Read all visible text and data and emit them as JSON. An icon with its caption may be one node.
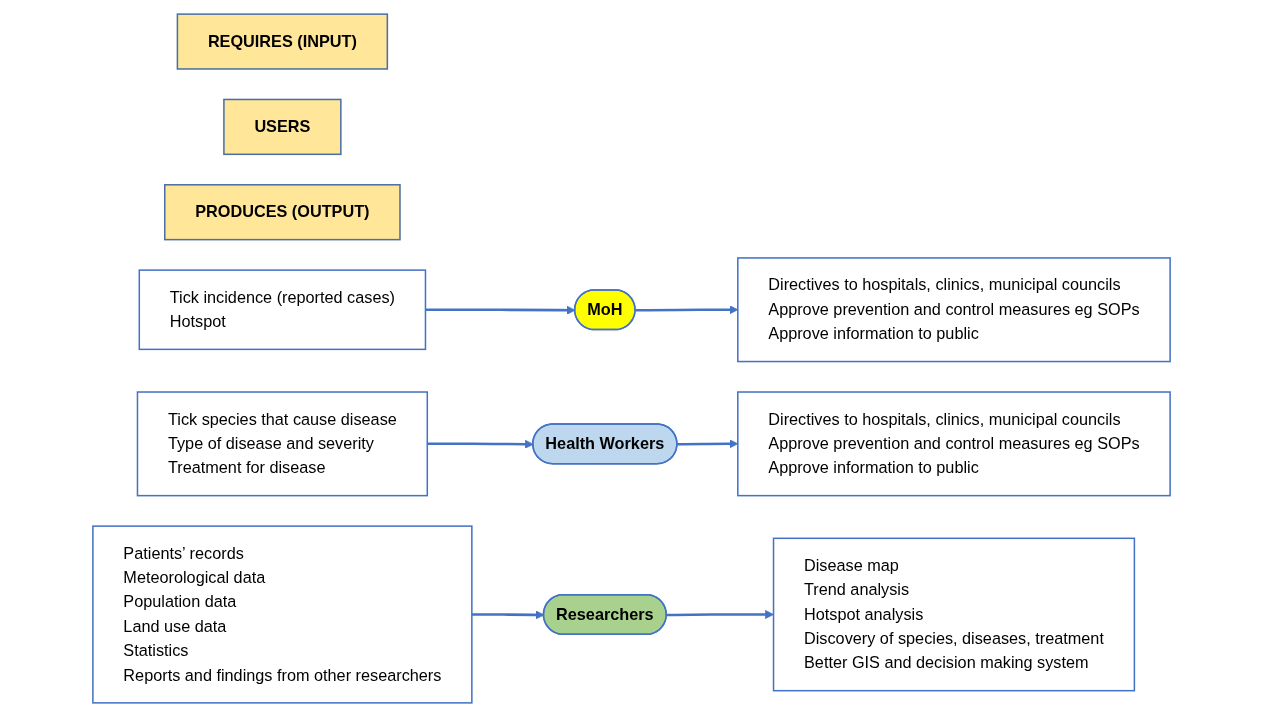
{
  "diagram": {
    "nodes": [
      {
        "text": [
          "REQUIRES (INPUT)"
        ]
      },
      {
        "text": [
          "USERS"
        ]
      },
      {
        "text": [
          "PRODUCES (OUTPUT)"
        ]
      },
      {
        "text": [
          "Tick incidence (reported cases)",
          "Hotspot"
        ]
      },
      {
        "text": [
          "MoH"
        ]
      },
      {
        "text": [
          "Directives to hospitals, clinics, municipal councils",
          "Approve prevention and control measures eg SOPs",
          "Approve information to public"
        ]
      },
      {
        "text": [
          "Tick species that cause disease",
          "Type of disease and severity",
          "Treatment for disease"
        ]
      },
      {
        "text": [
          "Health Workers"
        ]
      },
      {
        "text": [
          "Directives to hospitals, clinics, municipal councils",
          "Approve prevention and control measures eg SOPs",
          "Approve information to public"
        ]
      },
      {
        "text": [
          "Patients’ records",
          "Meteorological data",
          "Population data",
          "Land use data",
          "Statistics",
          "Reports and findings from other researchers"
        ]
      },
      {
        "text": [
          "Researchers"
        ]
      },
      {
        "text": [
          "Disease map",
          "Trend analysis",
          "Hotspot analysis",
          "Discovery of species, diseases, treatment",
          "Better GIS and decision making system"
        ]
      }
    ],
    "edges": [
      {
        "from": 3,
        "to": 4,
        "arrow": "to"
      },
      {
        "from": 4,
        "to": 5,
        "arrow": "to"
      },
      {
        "from": 6,
        "to": 7,
        "arrow": "to"
      },
      {
        "from": 7,
        "to": 8,
        "arrow": "to"
      },
      {
        "from": 9,
        "to": 10,
        "arrow": "to"
      },
      {
        "from": 10,
        "to": 11,
        "arrow": "to"
      }
    ]
  }
}
